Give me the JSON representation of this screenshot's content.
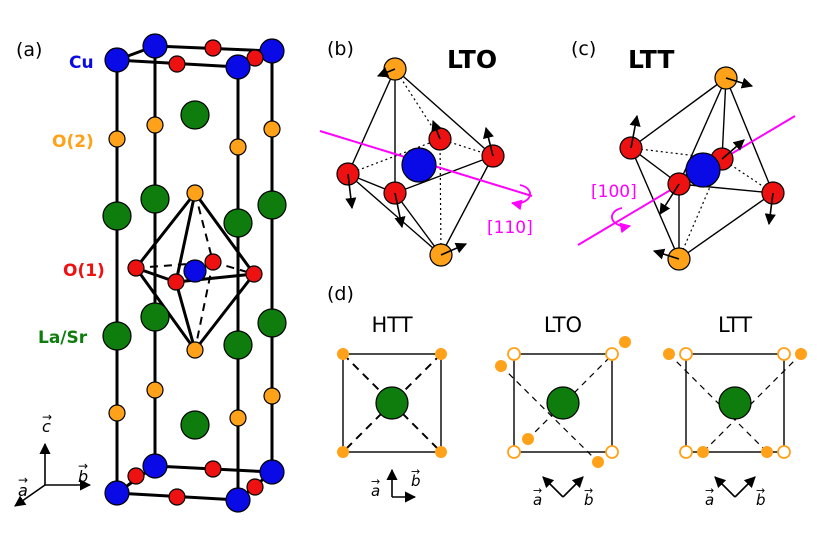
{
  "panel_labels": {
    "a": "(a)",
    "b": "(b)",
    "c": "(c)",
    "d": "(d)"
  },
  "atom_labels": {
    "cu": "Cu",
    "o2": "O(2)",
    "o1": "O(1)",
    "lasr": "La/Sr"
  },
  "titles": {
    "lto": "LTO",
    "ltt": "LTT"
  },
  "rotation_axes": {
    "lto_axis": "[110]",
    "ltt_axis": "[100]"
  },
  "axis_vectors": {
    "a": "a",
    "b": "b",
    "c": "c"
  },
  "panel_d": {
    "phases": [
      "HTT",
      "LTO",
      "LTT"
    ]
  },
  "colors": {
    "cu": "#0a0ae6",
    "o1": "#ee1111",
    "o2": "#ffa21a",
    "la_sr": "#0e7d0e",
    "axis_line": "#ff00ff"
  }
}
